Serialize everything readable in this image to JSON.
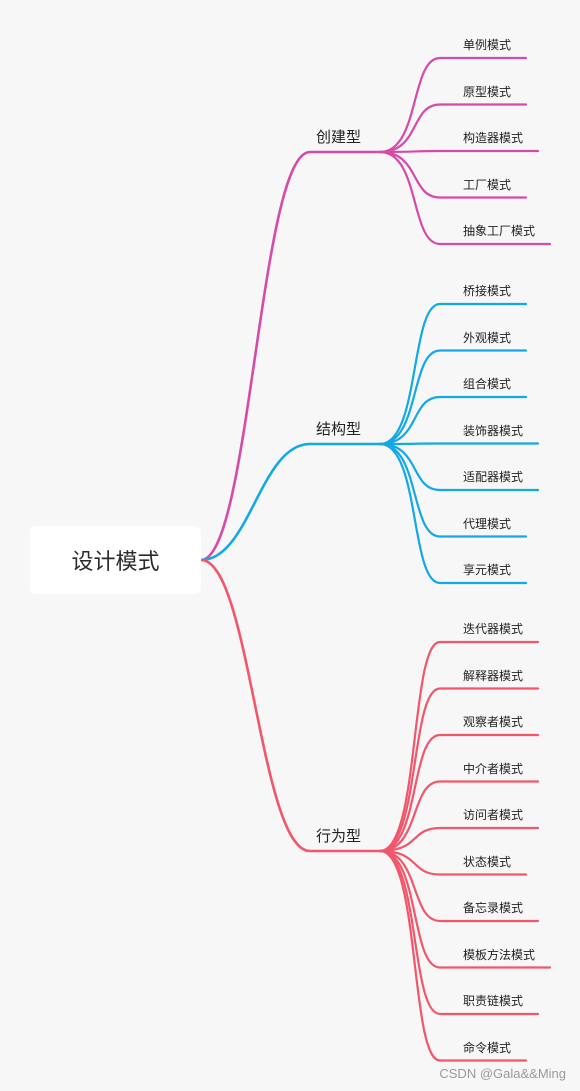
{
  "mindmap": {
    "root": "设计模式",
    "categories": [
      {
        "label": "创建型",
        "color": "#d64aa8",
        "children": [
          "单例模式",
          "原型模式",
          "构造器模式",
          "工厂模式",
          "抽象工厂模式"
        ]
      },
      {
        "label": "结构型",
        "color": "#13a8e8",
        "children": [
          "桥接模式",
          "外观模式",
          "组合模式",
          "装饰器模式",
          "适配器模式",
          "代理模式",
          "享元模式"
        ]
      },
      {
        "label": "行为型",
        "color": "#f2566a",
        "children": [
          "迭代器模式",
          "解释器模式",
          "观察者模式",
          "中介者模式",
          "访问者模式",
          "状态模式",
          "备忘录模式",
          "模板方法模式",
          "职责链模式",
          "命令模式"
        ]
      }
    ]
  },
  "watermark": "CSDN @Gala&&Ming"
}
